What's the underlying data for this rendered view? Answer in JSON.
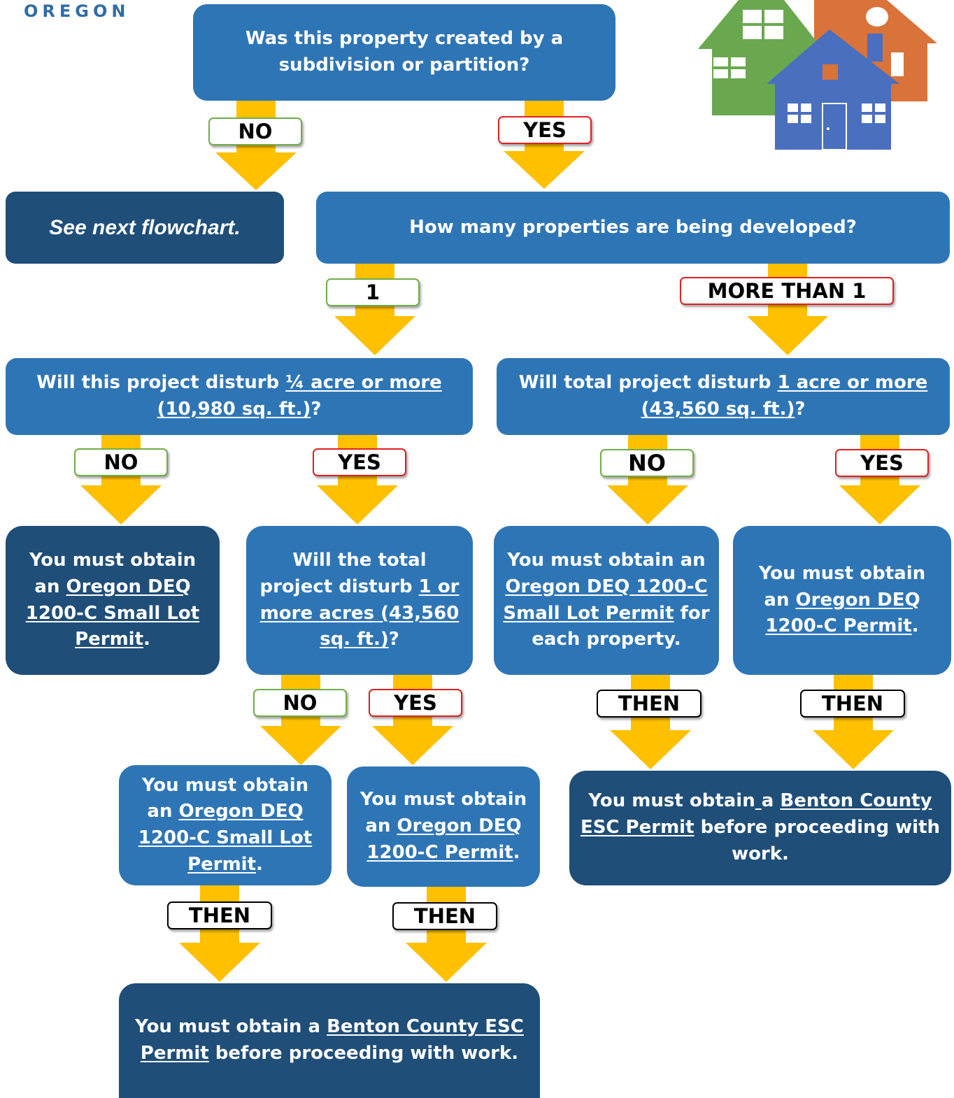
{
  "header": {
    "logo_text": "OREGON",
    "house_icon": "houses-illustration"
  },
  "colors": {
    "box_light": "#2e75b6",
    "box_dark": "#1f4e79",
    "arrow": "#ffc000",
    "no_border": "#70ad47",
    "yes_border": "#e02020",
    "then_border": "#000000",
    "house_green": "#6aa84f",
    "house_orange": "#d9733a",
    "house_blue": "#4a6fbf"
  },
  "q1": {
    "line1": "Was this property created by a",
    "line2": "subdivision or partition?"
  },
  "labels": {
    "no": "NO",
    "yes": "YES",
    "one": "1",
    "more_than_one": "MORE THAN 1",
    "then": "THEN"
  },
  "see_next": {
    "text": "See next flowchart."
  },
  "q2": {
    "text": "How many properties are being developed?"
  },
  "q3": {
    "pre": "Will this project disturb ",
    "link": "¼ acre or more",
    "link2": "(10,980 sq. ft.)",
    "post": "?"
  },
  "q4": {
    "pre": "Will total project disturb ",
    "link": "1 acre or more",
    "link2": "(43,560 sq. ft.)",
    "post": "?"
  },
  "q5": {
    "line1": "Will the total",
    "line2_pre": "project disturb ",
    "line2_link": "1 or",
    "line3_link": "more acres (43,560",
    "line4_link": "sq. ft.)",
    "line4_post": "?"
  },
  "r_small_lot_a": {
    "line1": "You must obtain",
    "line2_pre": "an ",
    "line2_link": "Oregon DEQ",
    "line3_link": "1200-C Small Lot",
    "line4_link": "Permit",
    "line4_post": "."
  },
  "r_small_each": {
    "line1": "You must obtain an",
    "line2_link": "Oregon DEQ 1200-C",
    "line3_link": "Small Lot Permit",
    "line3_post": " for",
    "line4": "each property."
  },
  "r_permit_right": {
    "line1": "You must obtain",
    "line2_pre": "an ",
    "line2_link": "Oregon DEQ",
    "line3_link": "1200-C Permit",
    "line3_post": "."
  },
  "r_small_lot_b": {
    "line1": "You must obtain",
    "line2_pre": "an ",
    "line2_link": "Oregon DEQ",
    "line3_link": "1200-C Small Lot",
    "line4_link": "Permit",
    "line4_post": "."
  },
  "r_permit_mid": {
    "line1": "You must obtain",
    "line2_pre": "an ",
    "line2_link": "Oregon DEQ",
    "line3_link": "1200-C Permit",
    "line3_post": "."
  },
  "esc_right": {
    "line1_pre": "You must obtain",
    "line1_link1": " ",
    "line1_mid": "a ",
    "line1_link": "Benton County",
    "line2_link": "ESC Permit",
    "line2_post": " before proceeding with",
    "line3": "work."
  },
  "esc_bottom": {
    "line1_pre": "You must obtain a ",
    "line1_link": "Benton County ESC",
    "line2_link": "Permit",
    "line2_post": " before proceeding with work."
  }
}
